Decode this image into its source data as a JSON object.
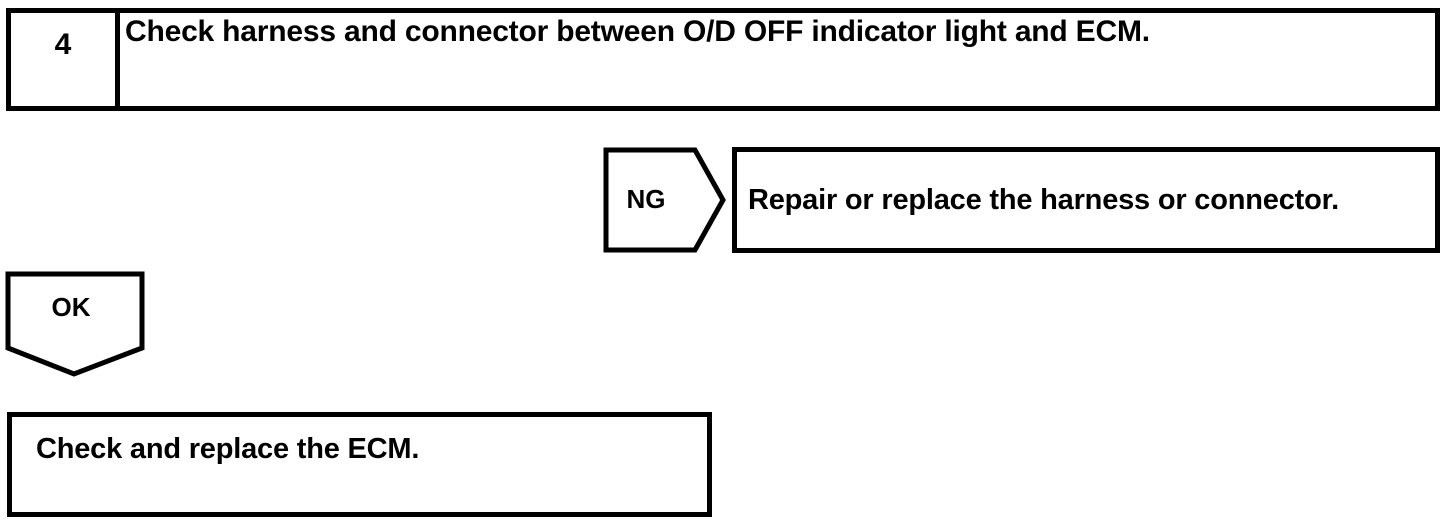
{
  "page": {
    "title": "Troubleshooting flowchart step 4",
    "ink_color": "#000000",
    "background_color": "#ffffff"
  },
  "step": {
    "number": "4",
    "instruction": "Check harness and connector between O/D OFF indicator light and ECM."
  },
  "branches": {
    "ng": {
      "label": "NG",
      "direction": "right",
      "result": "Repair or replace the harness or connector."
    },
    "ok": {
      "label": "OK",
      "direction": "down",
      "result": "Check and replace the ECM."
    }
  }
}
